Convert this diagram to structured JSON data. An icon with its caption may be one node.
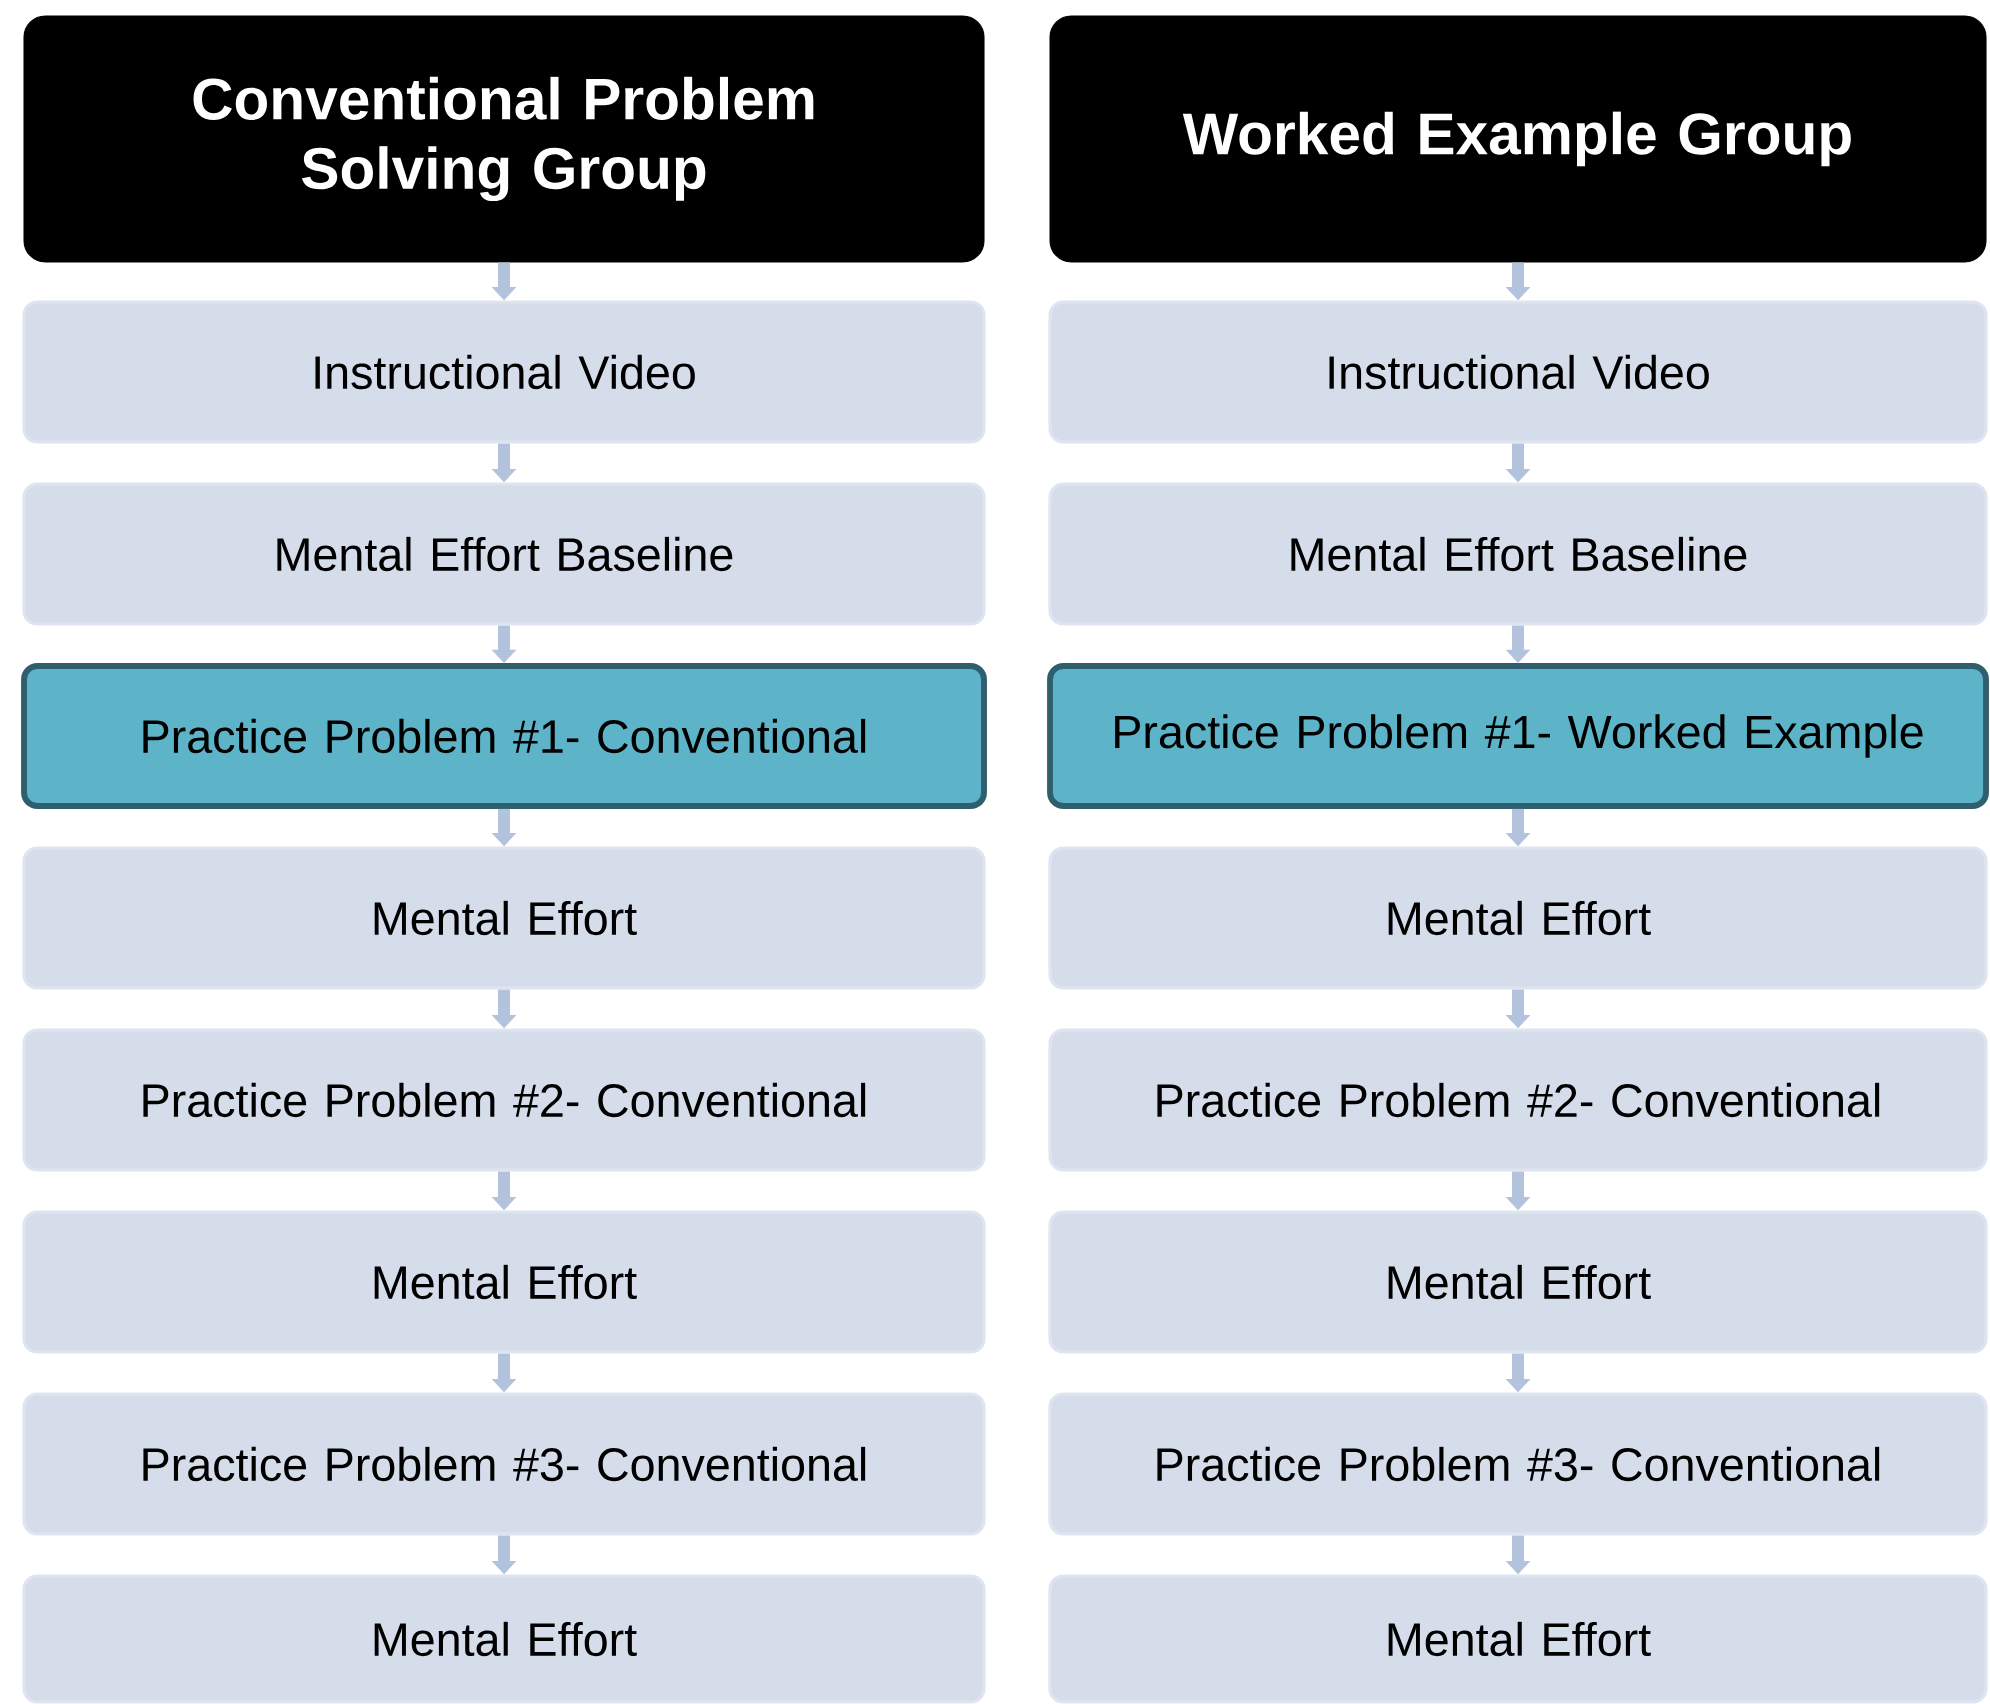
{
  "diagram": {
    "nodes": [
      {
        "text": [
          "Conventional Problem Solving Group"
        ]
      },
      {
        "text": [
          "Instructional Video"
        ]
      },
      {
        "text": [
          "Mental Effort Baseline"
        ]
      },
      {
        "text": [
          "Practice Problem #1- Conventional"
        ]
      },
      {
        "text": [
          "Mental Effort"
        ]
      },
      {
        "text": [
          "Practice Problem #2- Conventional"
        ]
      },
      {
        "text": [
          "Mental Effort"
        ]
      },
      {
        "text": [
          "Practice Problem #3- Conventional"
        ]
      },
      {
        "text": [
          "Mental Effort"
        ]
      },
      {
        "text": [
          "Worked Example Group"
        ]
      },
      {
        "text": [
          "Instructional Video"
        ]
      },
      {
        "text": [
          "Mental Effort Baseline"
        ]
      },
      {
        "text": [
          "Practice Problem #1- Worked Example"
        ]
      },
      {
        "text": [
          "Mental Effort"
        ]
      },
      {
        "text": [
          "Practice Problem #2- Conventional"
        ]
      },
      {
        "text": [
          "Mental Effort"
        ]
      },
      {
        "text": [
          "Practice Problem #3- Conventional"
        ]
      },
      {
        "text": [
          "Mental Effort"
        ]
      }
    ],
    "edges": [
      {
        "from": 0,
        "to": 1,
        "arrow": "to"
      },
      {
        "from": 1,
        "to": 2,
        "arrow": "to"
      },
      {
        "from": 2,
        "to": 3,
        "arrow": "to"
      },
      {
        "from": 3,
        "to": 4,
        "arrow": "to"
      },
      {
        "from": 4,
        "to": 5,
        "arrow": "to"
      },
      {
        "from": 5,
        "to": 6,
        "arrow": "to"
      },
      {
        "from": 6,
        "to": 7,
        "arrow": "to"
      },
      {
        "from": 7,
        "to": 8,
        "arrow": "to"
      },
      {
        "from": 9,
        "to": 10,
        "arrow": "to"
      },
      {
        "from": 10,
        "to": 11,
        "arrow": "to"
      },
      {
        "from": 11,
        "to": 12,
        "arrow": "to"
      },
      {
        "from": 12,
        "to": 13,
        "arrow": "to"
      },
      {
        "from": 13,
        "to": 14,
        "arrow": "to"
      },
      {
        "from": 14,
        "to": 15,
        "arrow": "to"
      },
      {
        "from": 15,
        "to": 16,
        "arrow": "to"
      },
      {
        "from": 16,
        "to": 17,
        "arrow": "to"
      }
    ]
  }
}
